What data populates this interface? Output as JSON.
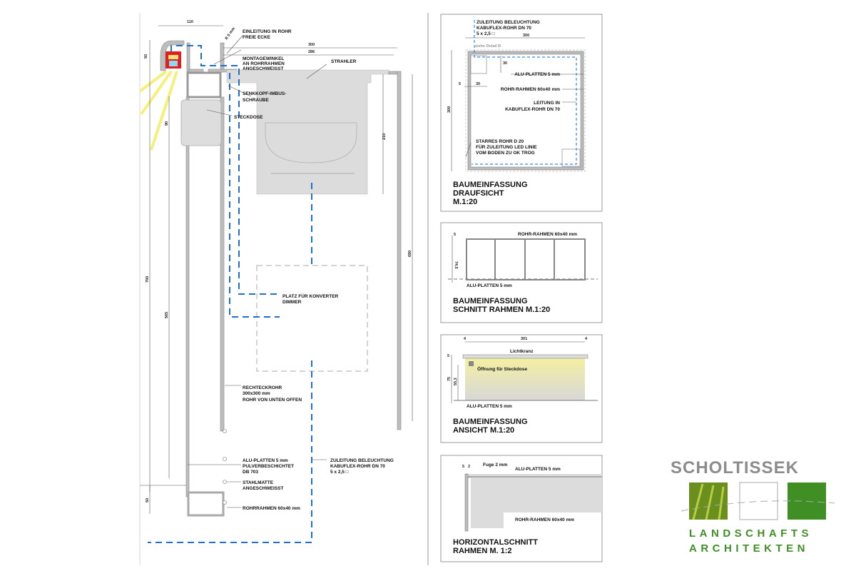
{
  "main_section": {
    "dims": {
      "d110": "110",
      "d50": "50",
      "d300": "300",
      "d286": "286",
      "d210": "210",
      "d90": "90",
      "d700": "700",
      "d565": "565",
      "d690": "690",
      "d50b": "50",
      "r5": "R 5 mm"
    },
    "labels": {
      "einleitung_1": "EINLEITUNG IN ROHR",
      "einleitung_2": "FREIE ECKE",
      "montage_1": "MONTAGEWINKEL",
      "montage_2": "AN ROHRRAHMEN",
      "montage_3": "ANGESCHWEISST",
      "strahler": "STRAHLER",
      "senkkopf_1": "SENKKOPF-IMBUS-",
      "senkkopf_2": "SCHRAUBE",
      "steckdose": "STECKDOSE",
      "konverter_1": "PLATZ FÜR KONVERTER",
      "konverter_2": "DIMMER",
      "rechteck_1": "RECHTECKROHR",
      "rechteck_2": "300x300 mm",
      "rechteck_3": "ROHR VON UNTEN OFFEN",
      "alu_1": "ALU-PLATTEN 5 mm",
      "alu_2": "PULVERBESCHICHTET",
      "alu_3": "DB 703",
      "stahl_1": "STAHLMATTE",
      "stahl_2": "ANGESCHWEISST",
      "rohrrahmen": "ROHRRAHMEN 60x40 mm",
      "zuleitung_1": "ZULEITUNG BELEUCHTUNG",
      "zuleitung_2": "KABUFLEX-ROHR DN 70",
      "zuleitung_3": "5 x 2,5 □"
    }
  },
  "panels": {
    "draufsicht": {
      "zuleitung_1": "ZULEITUNG BELEUCHTUNG",
      "zuleitung_2": "KABUFLEX-ROHR DN 70",
      "zuleitung_3": "5 x 2,5 □",
      "dim_top": "300",
      "dim_side": "300",
      "dim_5": "5",
      "dim_30": "30",
      "dim_30b": "30",
      "detail": "siehe Detail B",
      "alu": "ALU-PLATTEN 5 mm",
      "rohr": "ROHR-RAHMEN 60x40 mm",
      "leitung_1": "LEITUNG IN",
      "leitung_2": "KABUFLEX-ROHR DN 70",
      "starr_1": "STARRES ROHR D 20",
      "starr_2": "FÜR ZULEITUNG LED LINIE",
      "starr_3": "VOM BODEN ZU OK TROG",
      "title_1": "BAUMEINFASSUNG",
      "title_2": "DRAUFSICHT",
      "title_3": "M.1:20"
    },
    "schnitt": {
      "rohr": "ROHR-RAHMEN 60x40 mm",
      "alu": "ALU-PLATTEN 5 mm",
      "dim": "74,5",
      "dim_top": "5",
      "title_1": "BAUMEINFASSUNG",
      "title_2": "SCHNITT RAHMEN   M.1:20"
    },
    "ansicht": {
      "dim_4a": "4",
      "dim_301": "301",
      "dim_4b": "4",
      "dim_5": "5",
      "dim_75": "75",
      "dim_553": "55,3",
      "lichtkranz": "Lichtkranz",
      "oeffnung": "Öffnung für Steckdose",
      "alu": "ALU-PLATTEN 5 mm",
      "title_1": "BAUMEINFASSUNG",
      "title_2": "ANSICHT   M.1:20"
    },
    "horizontal": {
      "dim_5": "5",
      "dim_2": "2",
      "fuge": "Fuge 2 mm",
      "alu": "ALU-PLATTEN 5 mm",
      "rohr": "ROHR-RAHMEN 60x40 mm",
      "title_1": "HORIZONTALSCHNITT",
      "title_2": "RAHMEN  M. 1:2"
    }
  },
  "logo": {
    "name": "SCHOLTISSEK",
    "line1": "LANDSCHAFTS",
    "line2": "ARCHITEKTEN",
    "green": "#3f8f25",
    "grey": "#8c8c8c"
  }
}
